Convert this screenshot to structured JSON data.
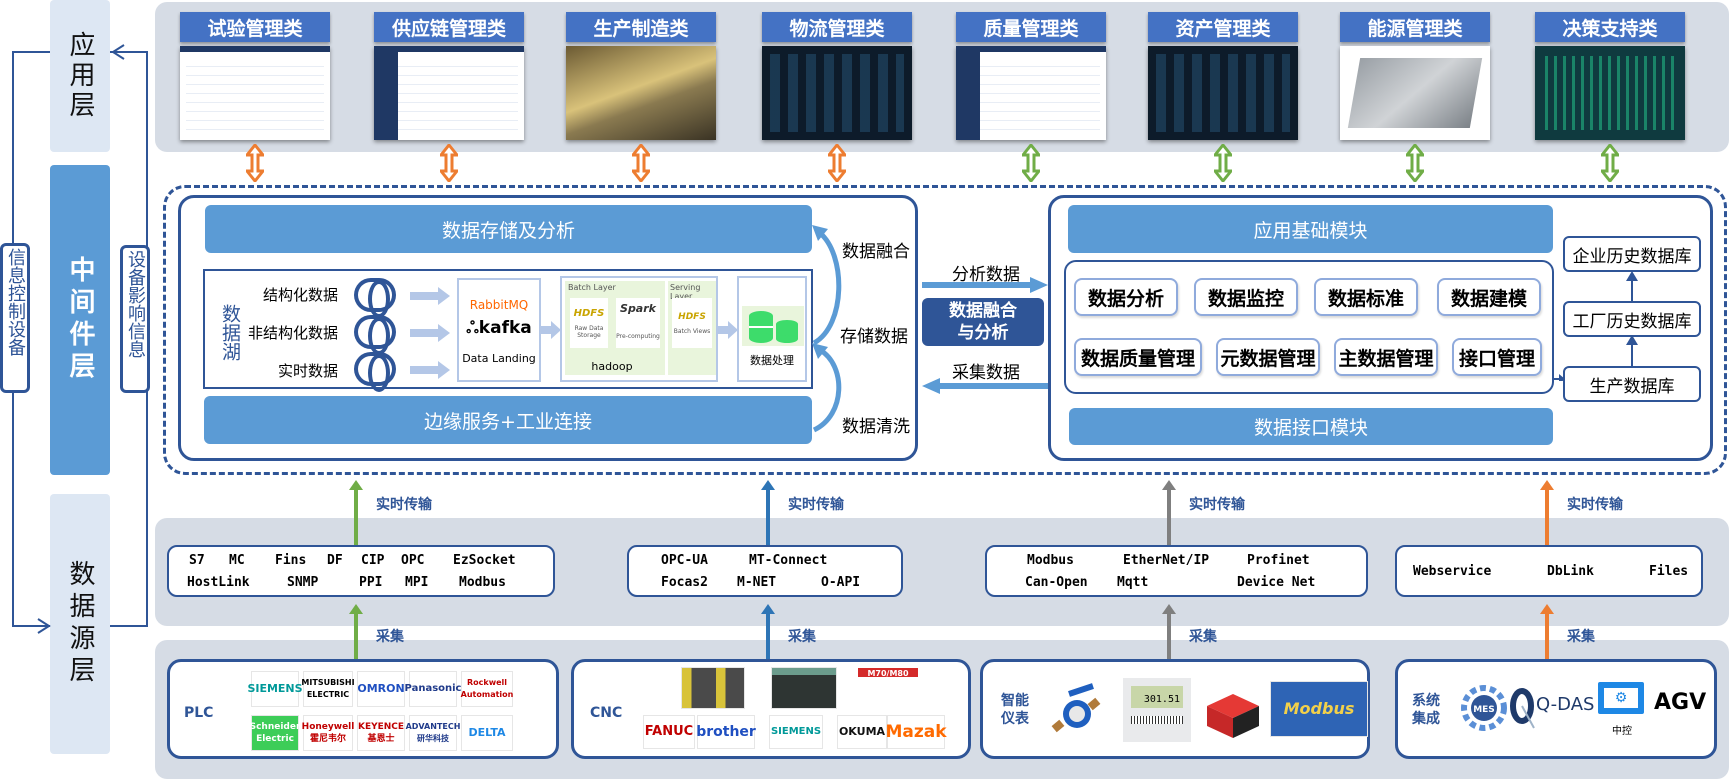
{
  "layers": {
    "application": "应用层",
    "middleware": "中间件层",
    "data_source": "数据源层"
  },
  "side_tags": {
    "left": "信息控制设备",
    "right": "设备影响信息"
  },
  "apps": [
    {
      "title": "试验管理类",
      "arrow_color": "#ed7d31"
    },
    {
      "title": "供应链管理类",
      "arrow_color": "#ed7d31"
    },
    {
      "title": "生产制造类",
      "arrow_color": "#ed7d31"
    },
    {
      "title": "物流管理类",
      "arrow_color": "#ed7d31"
    },
    {
      "title": "质量管理类",
      "arrow_color": "#70ad47"
    },
    {
      "title": "资产管理类",
      "arrow_color": "#70ad47"
    },
    {
      "title": "能源管理类",
      "arrow_color": "#70ad47"
    },
    {
      "title": "决策支持类",
      "arrow_color": "#70ad47"
    }
  ],
  "left_panel": {
    "top_bar": "数据存储及分析",
    "bottom_bar": "边缘服务+工业连接",
    "lake_label": "数据湖",
    "lake_items": [
      "结构化数据",
      "非结构化数据",
      "实时数据"
    ],
    "landing": {
      "rabbitmq": "RabbitMQ",
      "kafka": "kafka",
      "caption": "Data Landing"
    },
    "hadoop": {
      "batch_layer": "Batch Layer",
      "serving_layer": "Serving Layer",
      "hdfs": "HDFS",
      "raw_caption": "Raw Data Storage",
      "spark": "Spark",
      "pre_caption": "Pre-computing",
      "views_caption": "Batch Views",
      "caption": "hadoop"
    },
    "processing": "数据处理",
    "curve_labels": [
      "数据融合",
      "存储数据",
      "数据清洗"
    ]
  },
  "center": {
    "analyze": "分析数据",
    "fusion": [
      "数据融合",
      "与分析"
    ],
    "collect": "采集数据"
  },
  "right_panel": {
    "top_bar": "应用基础模块",
    "bottom_bar": "数据接口模块",
    "modules_row1": [
      "数据分析",
      "数据监控",
      "数据标准",
      "数据建模"
    ],
    "modules_row2": [
      "数据质量管理",
      "元数据管理",
      "主数据管理",
      "接口管理"
    ],
    "databases": [
      "企业历史数据库",
      "工厂历史数据库",
      "生产数据库"
    ]
  },
  "transport": {
    "realtime_label": "实时传输",
    "collect_label": "采集",
    "colors": [
      "#70ad47",
      "#2e75b6",
      "#7f7f7f",
      "#ed7d31"
    ]
  },
  "protocols": [
    {
      "rows": [
        [
          "S7",
          "MC",
          "Fins",
          "DF",
          "CIP",
          "OPC",
          "EzSocket"
        ],
        [
          "HostLink",
          "SNMP",
          "PPI",
          "MPI",
          "Modbus"
        ]
      ]
    },
    {
      "rows": [
        [
          "OPC-UA",
          "MT-Connect"
        ],
        [
          "Focas2",
          "M-NET",
          "O-API"
        ]
      ]
    },
    {
      "rows": [
        [
          "Modbus",
          "EtherNet/IP",
          "Profinet"
        ],
        [
          "Can-Open",
          "Mqtt",
          "Device Net"
        ]
      ]
    },
    {
      "rows": [
        [
          "Webservice",
          "DbLink",
          "Files"
        ]
      ]
    }
  ],
  "devices": {
    "plc": {
      "label": "PLC",
      "brands_row1": [
        "SIEMENS",
        "MITSUBISHI ELECTRIC",
        "OMRON",
        "Panasonic",
        "Rockwell Automation"
      ],
      "brands_row2": [
        "Schneider Electric",
        "Honeywell 霍尼韦尔",
        "KEYENCE 基恩士",
        "ADVANTECH 研华科技",
        "DELTA"
      ]
    },
    "cnc": {
      "label": "CNC",
      "controllers": [
        "M70/M80"
      ],
      "brands": [
        "FANUC",
        "brother",
        "SIEMENS",
        "OKUMA",
        "Mazak"
      ]
    },
    "meter": {
      "label": "智能仪表",
      "items": [
        "water-meter",
        "electric-meter",
        "gateway",
        "Modbus"
      ],
      "meter_reading": "301.51"
    },
    "system": {
      "label": "系统集成",
      "items": [
        "MES",
        "Q-DAS",
        "中控",
        "AGV"
      ]
    }
  }
}
